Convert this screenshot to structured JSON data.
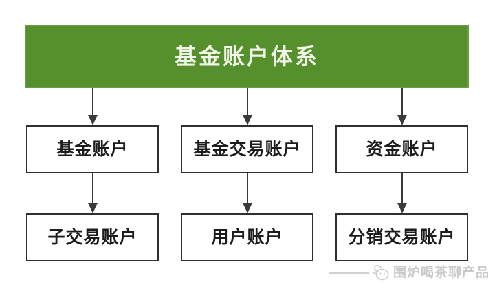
{
  "diagram": {
    "title": "基金账户体系",
    "level1": [
      {
        "label": "基金账户"
      },
      {
        "label": "基金交易账户"
      },
      {
        "label": "资金账户"
      }
    ],
    "level2": [
      {
        "label": "子交易账户"
      },
      {
        "label": "用户账户"
      },
      {
        "label": "分销交易账户"
      }
    ],
    "connections": [
      {
        "from": "基金账户体系",
        "to": "基金账户"
      },
      {
        "from": "基金账户体系",
        "to": "基金交易账户"
      },
      {
        "from": "基金账户体系",
        "to": "资金账户"
      },
      {
        "from": "基金账户",
        "to": "子交易账户"
      },
      {
        "from": "基金交易账户",
        "to": "用户账户"
      },
      {
        "from": "资金账户",
        "to": "分销交易账户"
      }
    ]
  },
  "watermark": {
    "text": "围炉喝茶聊产品",
    "icon": "teapot-doodle-icon"
  },
  "colors": {
    "background": "#ffffff",
    "header_bg": "#56902d",
    "header_text": "#f2f6ea",
    "box_border": "#2f2f2f",
    "box_text": "#1c1c1c",
    "arrow": "#3a3a3a",
    "watermark_text": "#c9c9c9"
  }
}
